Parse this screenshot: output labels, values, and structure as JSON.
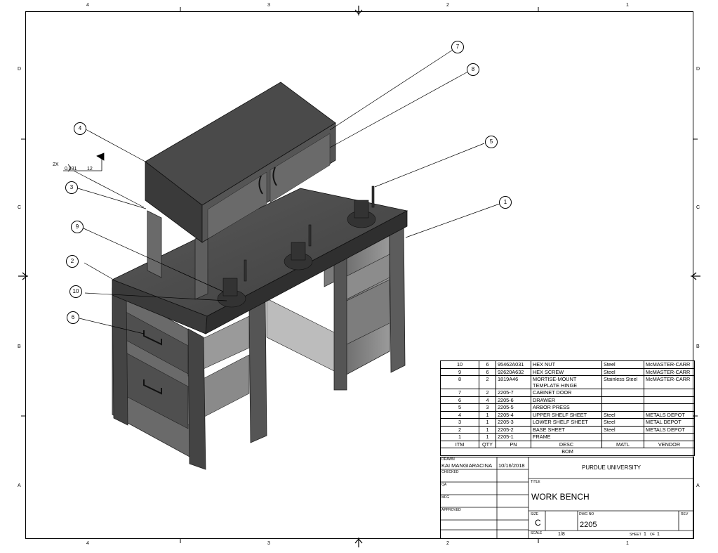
{
  "zones": {
    "top": [
      "4",
      "3",
      "2",
      "1"
    ],
    "bottom": [
      "4",
      "3",
      "2",
      "1"
    ],
    "left": [
      "D",
      "C",
      "B",
      "A"
    ],
    "right": [
      "D",
      "C",
      "B",
      "A"
    ]
  },
  "balloons": [
    "1",
    "2",
    "3",
    "4",
    "5",
    "6",
    "7",
    "8",
    "9",
    "10"
  ],
  "weld_symbol": {
    "prefix": "2X",
    "size": "0.031",
    "length": "12"
  },
  "bom": {
    "rows": [
      {
        "itm": "10",
        "qty": "6",
        "pn": "95462A031",
        "desc": "HEX NUT",
        "matl": "Steel",
        "vendor": "McMASTER-CARR"
      },
      {
        "itm": "9",
        "qty": "6",
        "pn": "92620A632",
        "desc": "HEX SCREW",
        "matl": "Steel",
        "vendor": "McMASTER-CARR"
      },
      {
        "itm": "8",
        "qty": "2",
        "pn": "1819A46",
        "desc": "MORTISE-MOUNT",
        "desc2": "TEMPLATE HINGE",
        "matl": "Stainless Steel",
        "vendor": "McMASTER-CARR"
      },
      {
        "itm": "7",
        "qty": "2",
        "pn": "2205-7",
        "desc": "CABINET DOOR",
        "matl": "",
        "vendor": ""
      },
      {
        "itm": "6",
        "qty": "4",
        "pn": "2205-6",
        "desc": "DRAWER",
        "matl": "",
        "vendor": ""
      },
      {
        "itm": "5",
        "qty": "3",
        "pn": "2205-5",
        "desc": "ARBOR PRESS",
        "matl": "",
        "vendor": ""
      },
      {
        "itm": "4",
        "qty": "1",
        "pn": "2205-4",
        "desc": "UPPER SHELF SHEET",
        "matl": "Steel",
        "vendor": "METALS DEPOT"
      },
      {
        "itm": "3",
        "qty": "1",
        "pn": "2205-3",
        "desc": "LOWER SHELF SHEET",
        "matl": "Steel",
        "vendor": "METAL DEPOT"
      },
      {
        "itm": "2",
        "qty": "1",
        "pn": "2205-2",
        "desc": "BASE SHEET",
        "matl": "Steel",
        "vendor": "METALS DEPOT"
      },
      {
        "itm": "1",
        "qty": "1",
        "pn": "2205-1",
        "desc": "FRAME",
        "matl": "",
        "vendor": ""
      }
    ],
    "headers": {
      "itm": "ITM",
      "qty": "QTY",
      "pn": "PN",
      "desc": "DESC",
      "matl": "MATL",
      "vendor": "VENDOR"
    },
    "title": "BOM"
  },
  "title_block": {
    "drawn_label": "DRAWN",
    "drawn_by": "KAI MANGIARACINA",
    "drawn_date": "10/16/2018",
    "checked_label": "CHECKED",
    "qa_label": "QA",
    "mfg_label": "MFG",
    "approved_label": "APPROVED",
    "company": "PURDUE UNIVERSITY",
    "title_label": "TITLE",
    "title": "WORK BENCH",
    "size_label": "SIZE",
    "size": "C",
    "dwg_no_label": "DWG NO",
    "dwg_no": "2205",
    "rev_label": "REV",
    "scale_label": "SCALE",
    "scale": "1/8",
    "sheet_label": "SHEET",
    "sheet": "1",
    "of_label": "OF",
    "of": "1"
  }
}
